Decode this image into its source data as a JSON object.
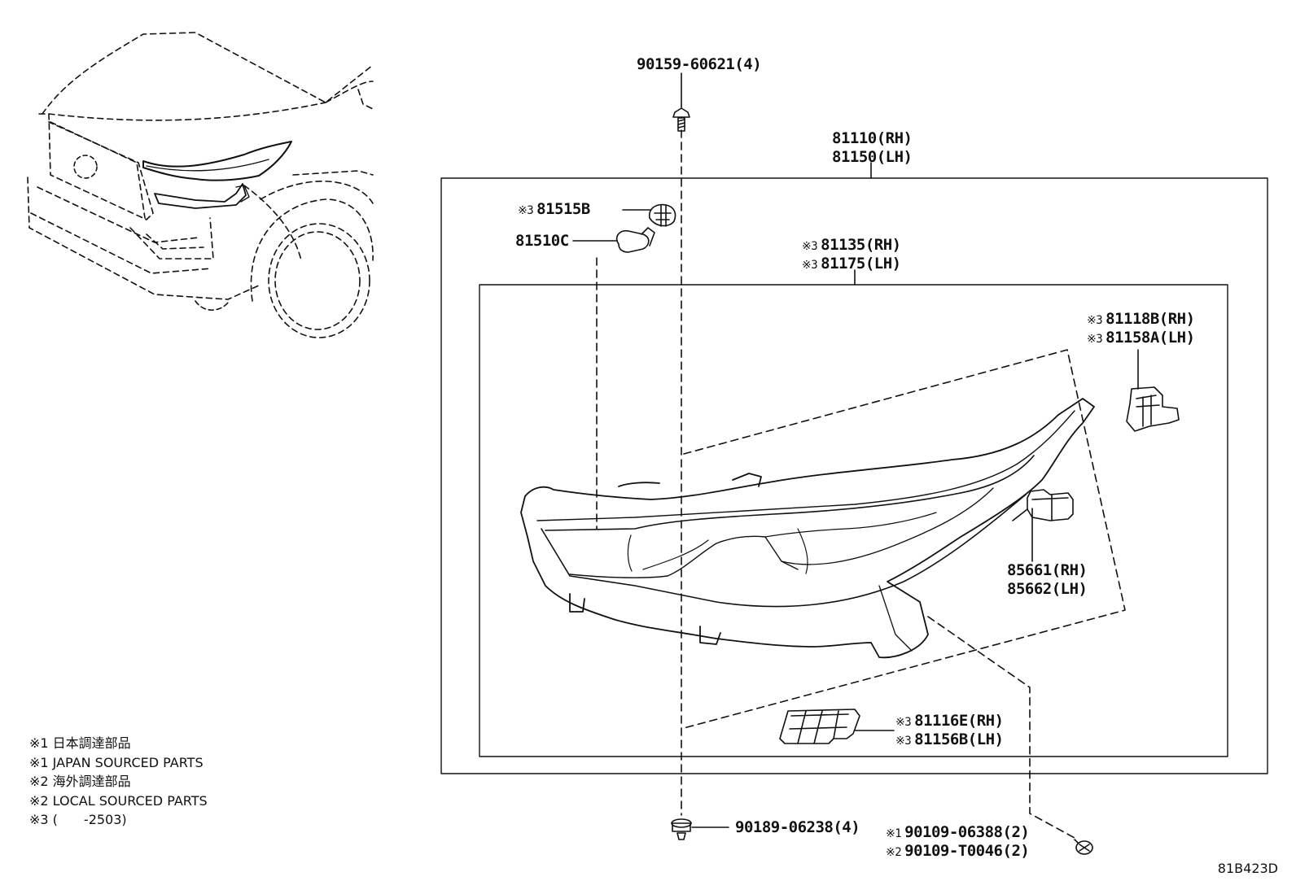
{
  "labels": {
    "screw_top": "90159-60621(4)",
    "assembly_rh": "81110(RH)",
    "assembly_lh": "81150(LH)",
    "socket_mark": "※3",
    "socket": "81515B",
    "bulb": "81510C",
    "unit_mark_1": "※3",
    "unit_rh": "81135(RH)",
    "unit_mark_2": "※3",
    "unit_lh": "81175(LH)",
    "bracket_upper_mark_1": "※3",
    "bracket_upper_rh": "81118B(RH)",
    "bracket_upper_mark_2": "※3",
    "bracket_upper_lh": "81158A(LH)",
    "connector_rh": "85661(RH)",
    "connector_lh": "85662(LH)",
    "bracket_lower_mark_1": "※3",
    "bracket_lower_rh": "81116E(RH)",
    "bracket_lower_mark_2": "※3",
    "bracket_lower_lh": "81156B(LH)",
    "screw_bottom": "90189-06238(4)",
    "bolt_mark_1": "※1",
    "bolt_1": "90109-06388(2)",
    "bolt_mark_2": "※2",
    "bolt_2": "90109-T0046(2)"
  },
  "notes": [
    "※1 日本調達部品",
    "※1 JAPAN SOURCED PARTS",
    "※2 海外調達部品",
    "※2 LOCAL SOURCED PARTS",
    "※3 (　　-2503)"
  ],
  "diagram_code": "81B423D"
}
